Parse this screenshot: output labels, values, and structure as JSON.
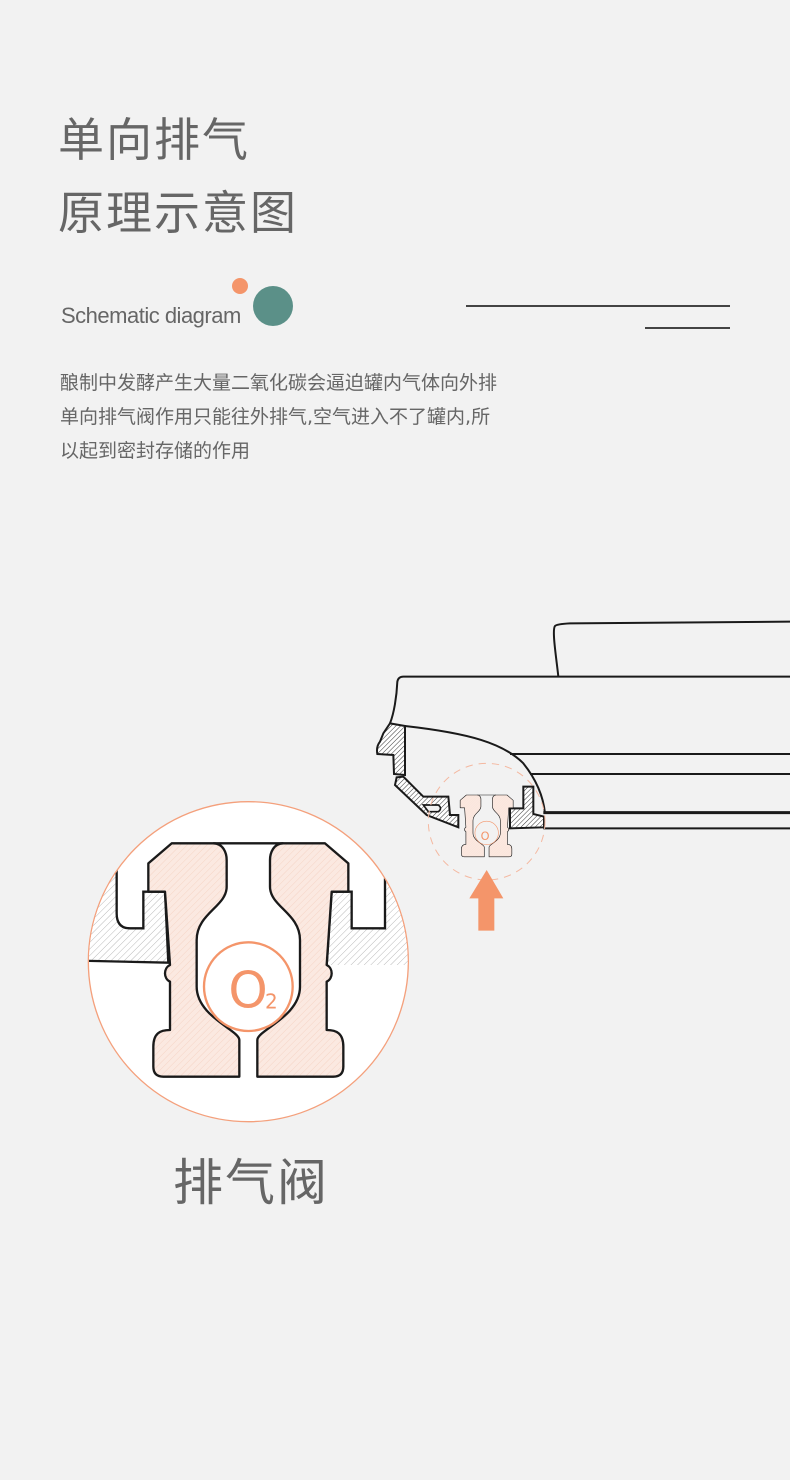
{
  "header": {
    "title_line1": "单向排气",
    "title_line2": "原理示意图",
    "subtitle": "Schematic diagram"
  },
  "description": {
    "line1": "酿制中发酵产生大量二氧化碳会逼迫罐内气体向外排",
    "line2": "单向排气阀作用只能往外排气,空气进入不了罐内,所",
    "line3": "以起到密封存储的作用"
  },
  "diagram": {
    "gas_label": "O",
    "gas_subscript": "2",
    "part_label": "排气阀",
    "colors": {
      "accent": "#f4956a",
      "teal": "#5b9088",
      "outline": "#1a1a1a",
      "background": "#f2f2f2"
    }
  }
}
